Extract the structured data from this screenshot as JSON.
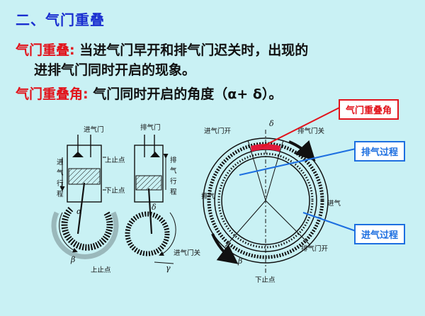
{
  "heading": "二、气门重叠",
  "line1": {
    "term": "气门重叠:",
    "text": " 当进气门早开和排气门迟关时，出现的"
  },
  "line2": {
    "text": "进排气门同时开启的现象。"
  },
  "line3": {
    "term": "气门重叠角:",
    "text": " 气门同时开启的角度（α+ δ）。"
  },
  "callouts": {
    "overlap": "气门重叠角",
    "exhaust_process": "排气过程",
    "intake_process": "进气过程"
  },
  "figure_labels": {
    "intake_valve": "进气门",
    "exhaust_valve": "排气门",
    "tdc": "上止点",
    "bdc": "下止点",
    "intake_stroke": "进气行程",
    "exhaust_stroke": "排气行程",
    "intake_open": "进气门开",
    "exhaust_close": "排气门关",
    "intake_close": "进气门关",
    "exhaust_open": "排气门开",
    "exhaust": "排气",
    "intake": "进气",
    "tdc_small": "上止点",
    "bdc_small": "下止点",
    "alpha": "α",
    "beta": "β",
    "gamma": "γ",
    "delta": "δ"
  },
  "colors": {
    "background": "#c9f1f4",
    "heading": "#1a2fd0",
    "term": "#e2131b",
    "callout_red": "#e2131b",
    "callout_blue": "#1d6fe0"
  }
}
